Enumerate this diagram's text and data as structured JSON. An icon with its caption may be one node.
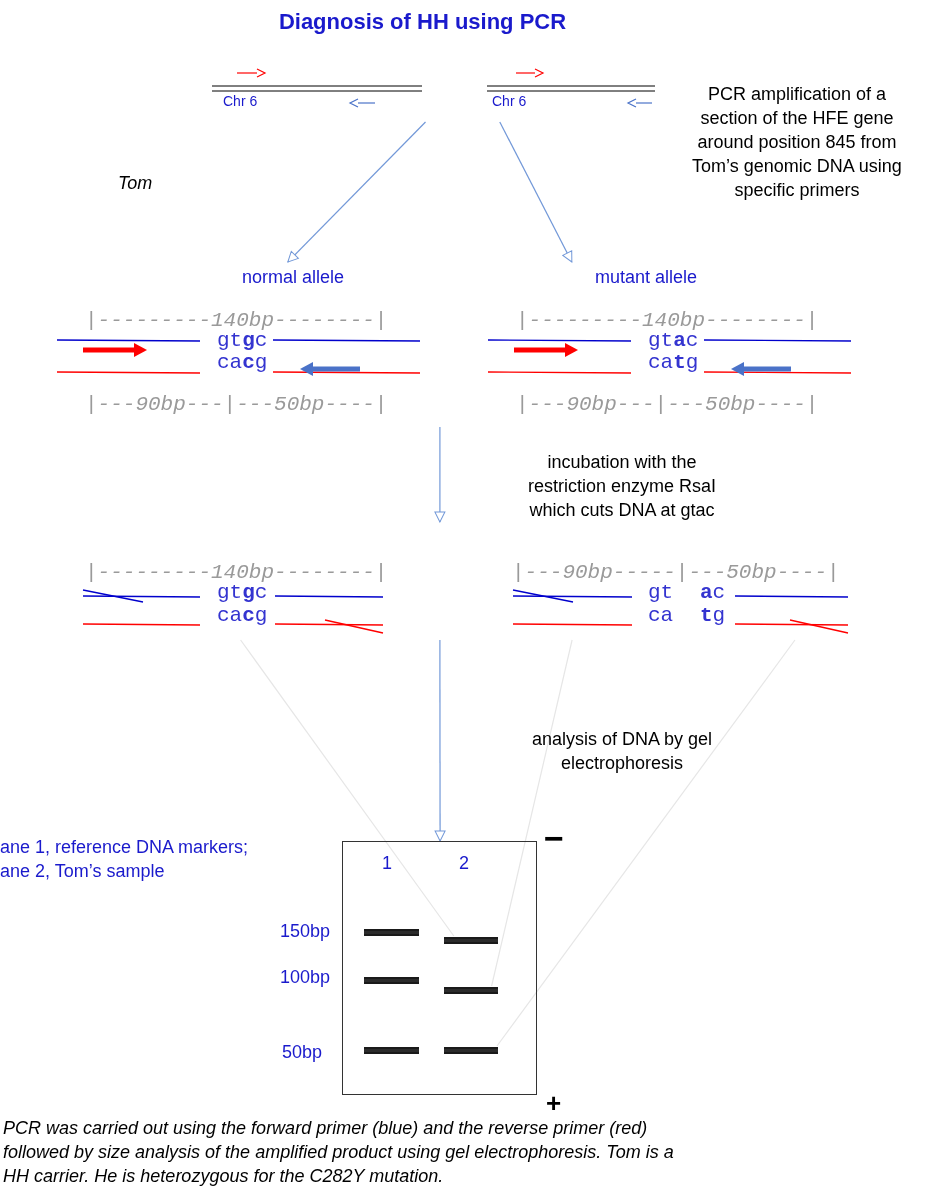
{
  "diagram": {
    "title": "Diagnosis of HH using PCR",
    "caption": "PCR was carried out using the forward primer (blue) and the reverse primer (red) followed by size analysis of the amplified product using gel electrophoresis. Tom is a HH carrier. He is heterozygous for the C282Y mutation.",
    "nodes": [
      {
        "text": [
          "Chr 6"
        ]
      },
      {
        "text": [
          "Chr 6"
        ]
      },
      {
        "text": [
          "normal allele",
          "|---------140bp--------|",
          "gt**g**c",
          "ca**c**g",
          "|---90bp---|---50bp----|"
        ]
      },
      {
        "text": [
          "mutant allele",
          "|---------140bp--------|",
          "gt**a**c",
          "ca**t**g",
          "|---90bp---|---50bp----|"
        ]
      },
      {
        "text": [
          "|---------140bp--------|",
          "gt**g**c",
          "ca**c**g"
        ]
      },
      {
        "text": [
          "|---90bp-----|---50bp----|",
          "gt",
          "**a**c",
          "ca",
          "**t**g"
        ]
      },
      {
        "text": [
          "1",
          "2"
        ]
      },
      {
        "text": [],
        "shape": "bar",
        "in": 6
      },
      {
        "text": [],
        "shape": "bar",
        "in": 6
      },
      {
        "text": [],
        "shape": "bar",
        "in": 6
      },
      {
        "text": [],
        "shape": "bar",
        "in": 6
      },
      {
        "text": [],
        "shape": "bar",
        "in": 6
      },
      {
        "text": [],
        "shape": "bar",
        "in": 6
      }
    ],
    "edges": [
      {
        "from": 0,
        "to": 2,
        "arrow": "to"
      },
      {
        "from": 1,
        "to": 3,
        "arrow": "to"
      },
      {
        "from": 2,
        "to": 4,
        "arrow": "to",
        "label": "incubation with the restriction enzyme RsaI which cuts DNA at gtac"
      },
      {
        "from": 4,
        "to": 6,
        "arrow": "to"
      },
      {
        "from": 4,
        "to": 8,
        "arrow": "none",
        "color": "#e6e6e6"
      },
      {
        "from": 5,
        "to": 10,
        "arrow": "none",
        "color": "#e6e6e6"
      },
      {
        "from": 5,
        "to": 12,
        "arrow": "none",
        "color": "#e6e6e6"
      }
    ],
    "labels": [
      "Tom",
      "PCR amplification of a section of the HFE gene around position 845 from Tom’s genomic DNA using specific primers",
      "analysis of DNA by gel electrophoresis",
      "ane 1, reference DNA markers;",
      "ane 2, Tom’s sample",
      "150bp",
      "100bp",
      "50bp",
      "−",
      "+"
    ]
  }
}
